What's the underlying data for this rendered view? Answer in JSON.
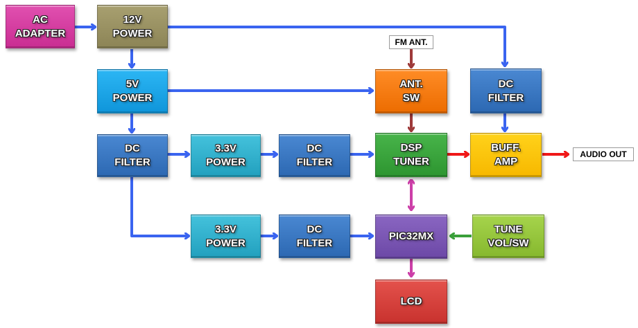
{
  "diagram": {
    "blocks": {
      "ac_adapter": {
        "line1": "AC",
        "line2": "ADAPTER",
        "color": "#d6389f"
      },
      "power_12v": {
        "line1": "12V",
        "line2": "POWER",
        "color": "#9b9262"
      },
      "power_5v": {
        "line1": "5V",
        "line2": "POWER",
        "color": "#1ca7ec"
      },
      "dc_filter_main": {
        "line1": "DC",
        "line2": "FILTER",
        "color": "#3a78c4"
      },
      "power_33v_a": {
        "line1": "3.3V",
        "line2": "POWER",
        "color": "#34b3cf"
      },
      "dc_filter_a": {
        "line1": "DC",
        "line2": "FILTER",
        "color": "#3a78c4"
      },
      "power_33v_b": {
        "line1": "3.3V",
        "line2": "POWER",
        "color": "#34b3cf"
      },
      "dc_filter_b": {
        "line1": "DC",
        "line2": "FILTER",
        "color": "#3a78c4"
      },
      "ant_sw": {
        "line1": "ANT.",
        "line2": "SW",
        "color": "#f87a12"
      },
      "dc_filter_audio": {
        "line1": "DC",
        "line2": "FILTER",
        "color": "#3a78c4"
      },
      "dsp_tuner": {
        "line1": "DSP",
        "line2": "TUNER",
        "color": "#38a33b"
      },
      "buff_amp": {
        "line1": "BUFF.",
        "line2": "AMP",
        "color": "#fbc400"
      },
      "pic32mx": {
        "line1": "PIC32MX",
        "line2": "",
        "color": "#7c56b4"
      },
      "tune_vol_sw": {
        "line1": "TUNE",
        "line2": "VOL/SW",
        "color": "#96c83c"
      },
      "lcd": {
        "line1": "LCD",
        "line2": "",
        "color": "#d9443f"
      }
    },
    "labels": {
      "fm_ant": "FM ANT.",
      "audio_out": "AUDIO OUT"
    },
    "wire_colors": {
      "power": "#3a64f0",
      "antenna": "#9e3a3a",
      "audio": "#f01818",
      "data": "#cc3fa8",
      "control": "#3aa03a"
    }
  }
}
